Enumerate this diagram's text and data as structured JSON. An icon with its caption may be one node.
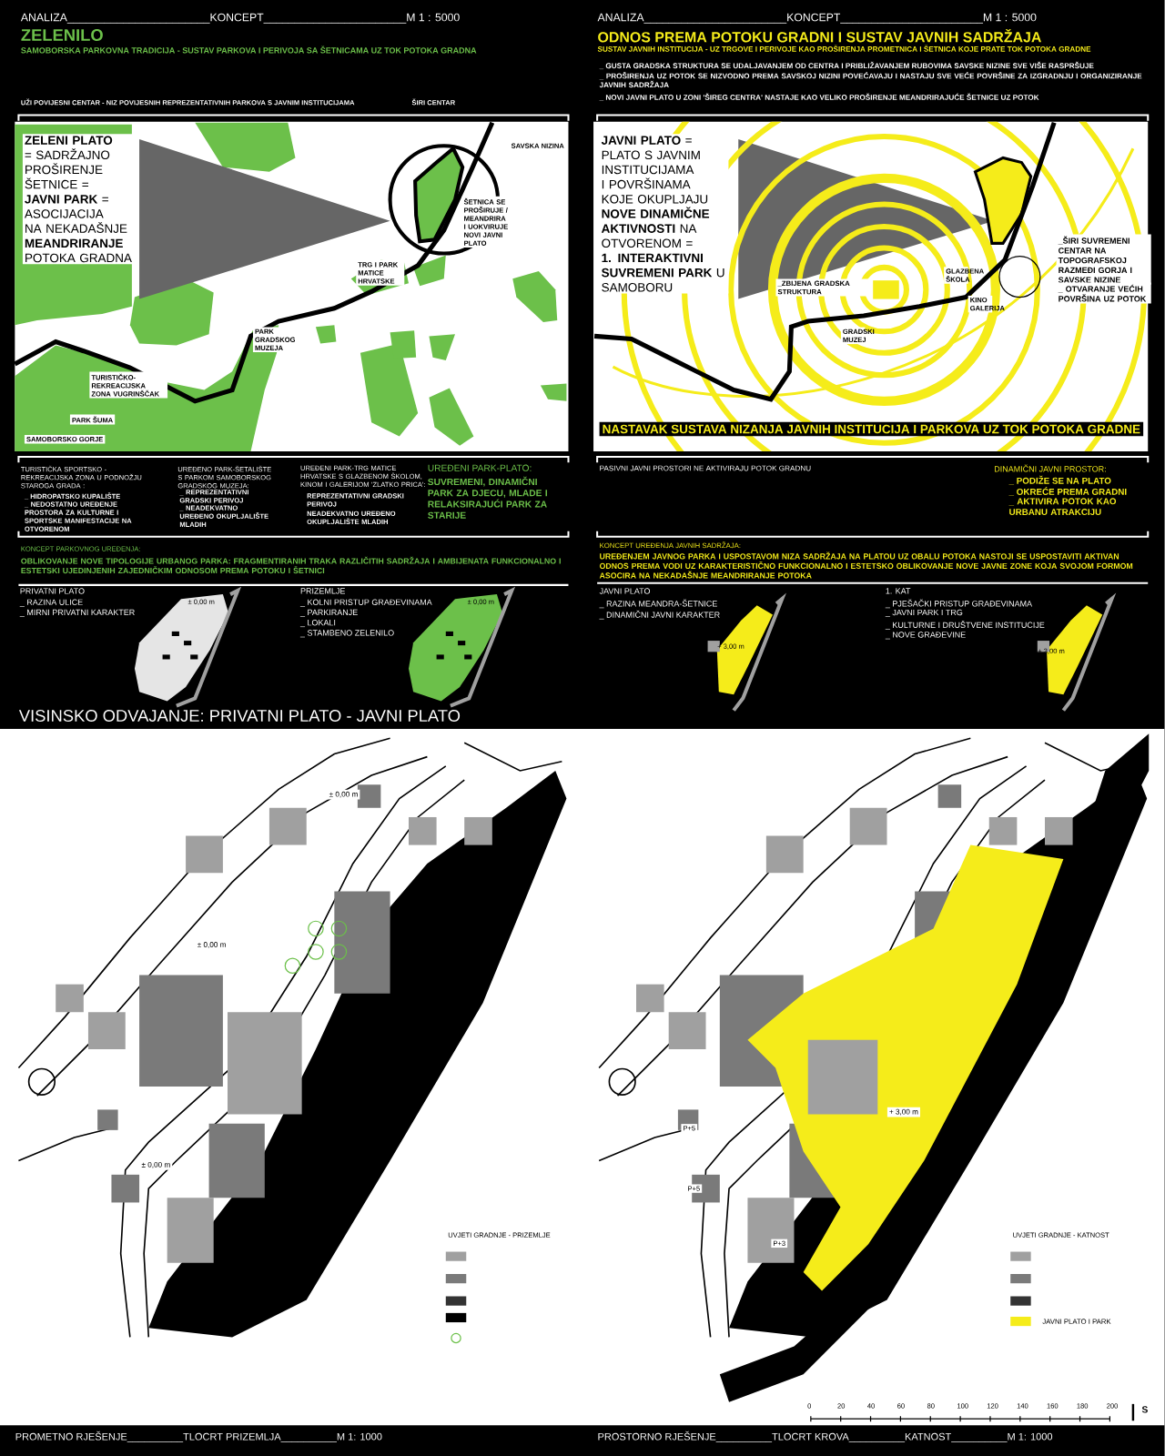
{
  "diagram": {
    "labels": [
      "ANALIZA_______________________KONCEPT_______________________M 1 : 5000",
      "ZELENILO",
      "SAMOBORSKA PARKOVNA TRADICIJA - SUSTAV PARKOVA I PERIVOJA SA ŠETNICAMA UZ TOK POTOKA GRADNA",
      "UŽI POVIJESNI CENTAR - NIZ POVIJESNIH REPREZENTATIVNIH PARKOVA S JAVNIM INSTITUCIJAMA",
      "ŠIRI CENTAR",
      "**ZELENI PLATO** = SADRŽAJNO PROŠIRENJE ŠETNICE = **JAVNI PARK** = ASOCIJACIJA NA NEKADAŠNJE **MEANDRIRANJE** POTOKA GRADNA",
      "SAVSKA NIZINA",
      "ŠETNICA SE PROŠIRUJE / MEANDRIRA I UOKVIRUJE NOVI JAVNI PLATO",
      "TRG I PARK MATICE HRVATSKE",
      "PARK GRADSKOG MUZEJA",
      "TURISTIČKO-REKREACIJSKA ZONA VUGRINŠČAK",
      "PARK ŠUMA",
      "SAMOBORSKO GORJE",
      "ANALIZA_______________________KONCEPT_______________________M 1 : 5000",
      "ODNOS PREMA POTOKU GRADNI I SUSTAV JAVNIH SADRŽAJA",
      "SUSTAV JAVNIH INSTITUCIJA - UZ TRGOVE I PERIVOJE KAO PROŠIRENJA PROMETNICA I ŠETNICA KOJE PRATE TOK POTOKA GRADNE",
      "_ GUSTA GRADSKA STRUKTURA SE UDALJAVANJEM OD CENTRA I PRIBLIŽAVANJEM RUBOVIMA SAVSKE NIZINE SVE VIŠE RASPRŠUJE",
      "_ PROŠIRENJA UZ POTOK SE NIZVODNO PREMA SAVSKOJ NIZINI POVEĆAVAJU I NASTAJU SVE VEĆE POVRŠINE ZA IZGRADNJU I ORGANIZIRANJE JAVNIH SADRŽAJA",
      "_ NOVI JAVNI PLATO U ZONI 'ŠIREG CENTRA' NASTAJE KAO VELIKO PROŠIRENJE MEANDRIRAJUĆE ŠETNICE UZ POTOK",
      "**JAVNI PLATO** = PLATO S JAVNIM INSTITUCIJAMA I POVRŠINAMA KOJE OKUPLJAJU **NOVE DINAMIČNE AKTIVNOSTI** NA OTVORENOM = **1. INTERAKTIVNI SUVREMENI PARK** U SAMOBORU",
      "_ZBIJENA GRADSKA STRUKTURA",
      "_ŠIRI SUVREMENI CENTAR NA TOPOGRAFSKOJ RAZMEĐI GORJA I SAVSKE NIZINE",
      "_ OTVARANJE VEĆIH POVRŠINA UZ POTOK",
      "NASTAVAK SUSTAVA NIZANJA JAVNIH INSTITUCIJA I PARKOVA UZ TOK POTOKA GRADNE",
      "GLAZBENA ŠKOLA",
      "KINO GALERIJA",
      "GRADSKI MUZEJ",
      "TURISTIČKA SPORTSKO - REKREACIJSKA ZONA U PODNOŽJU STAROGA GRADA :",
      "_ HIDROPATSKO KUPALIŠTE",
      "_ NEDOSTATNO UREĐENJE PROSTORA ZA KULTURNE I SPORTSKE MANIFESTACIJE NA OTVORENOM",
      "UREĐENO PARK-ŠETALIŠTE S PARKOM SAMOBORSKOG GRADSKOG MUZEJA:",
      "_ REPREZENTATIVNI GRADSKI PERIVOJ",
      "_ NEADEKVATNO UREĐENO OKUPLJALIŠTE MLADIH",
      "UREĐENI PARK-TRG MATICE HRVATSKE S GLAZBENOM ŠKOLOM, KINOM I GALERIJOM 'ZLATKO PRICA':",
      "REPREZENTATIVNI GRADSKI PERIVOJ",
      "NEADEKVATNO UREĐENO OKUPLJALIŠTE MLADIH",
      "UREĐENI PARK-PLATO:",
      "SUVREMENI, DINAMIČNI PARK ZA DJECU, MLADE I RELAKSIRAJUĆI PARK ZA STARIJE",
      "KONCEPT PARKOVNOG UREĐENJA:",
      "OBLIKOVANJE NOVE TIPOLOGIJE URBANOG PARKA: FRAGMENTIRANIH TRAKA RAZLIČITIH SADRŽAJA I AMBIJENATA FUNKCIONALNO I ESTETSKI UJEDINJENIH ZAJEDNIČKIM ODNOSOM PREMA POTOKU I ŠETNICI",
      "PRIVATNI PLATO",
      "_ RAZINA ULICE",
      "_ MIRNI PRIVATNI KARAKTER",
      "± 0,00 m",
      "PRIZEMLJE",
      "_ KOLNI PRISTUP GRAĐEVINAMA",
      "_ PARKIRANJE",
      "_ LOKALI",
      "_ STAMBENO ZELENILO",
      "± 0,00 m",
      "PASIVNI JAVNI PROSTORI NE AKTIVIRAJU POTOK GRADNU",
      "DINAMIČNI JAVNI PROSTOR:",
      "_ PODIŽE SE NA PLATO",
      "_ OKREĆE PREMA GRADNI",
      "_ AKTIVIRA POTOK KAO URBANU ATRAKCIJU",
      "KONCEPT UREĐENJA JAVNIH SADRŽAJA:",
      "UREĐENJEM JAVNOG PARKA I USPOSTAVOM NIZA SADRŽAJA NA PLATOU UZ OBALU POTOKA NASTOJI SE USPOSTAVITI AKTIVAN ODNOS PREMA VODI UZ KARAKTERISTIČNO FUNKCIONALNO I ESTETSKO OBLIKOVANJE NOVE JAVNE ZONE KOJA SVOJOM FORMOM ASOCIRA NA NEKADAŠNJE MEANDRIRANJE POTOKA",
      "JAVNI PLATO",
      "_ RAZINA MEANDRA-ŠETNICE",
      "_ DINAMIČNI JAVNI KARAKTER",
      "+ 3,00 m",
      "1. KAT",
      "_ PJEŠAČKI PRISTUP GRAĐEVINAMA",
      "_ JAVNI PARK I TRG",
      "_ KULTURNE I DRUŠTVENE INSTITUCIJE",
      "_ NOVE GRAĐEVINE",
      "+ 3,00 m",
      "VISINSKO ODVAJANJE: PRIVATNI PLATO - JAVNI PLATO",
      "± 0,00 m",
      "± 0,00 m",
      "± 0,00 m",
      "UVJETI GRADNJE - PRIZEMLJE",
      "+ 3,00 m",
      "UVJETI GRADNJE - KATNOST",
      "0",
      "20",
      "40",
      "60",
      "80",
      "100",
      "120",
      "140",
      "160",
      "180",
      "200",
      "S",
      "PROMETNO RJEŠENJE__________TLOCRT PRIZEMLJA__________M 1: 1000",
      "PROSTORNO RJEŠENJE__________TLOCRT KROVA__________KATNOST__________M 1: 1000",
      "P+5",
      "P+5",
      "P+3"
    ],
    "legend": [
      {
        "text": "JAVNI PLATO I PARK",
        "color": "#f5ec1a"
      }
    ]
  }
}
